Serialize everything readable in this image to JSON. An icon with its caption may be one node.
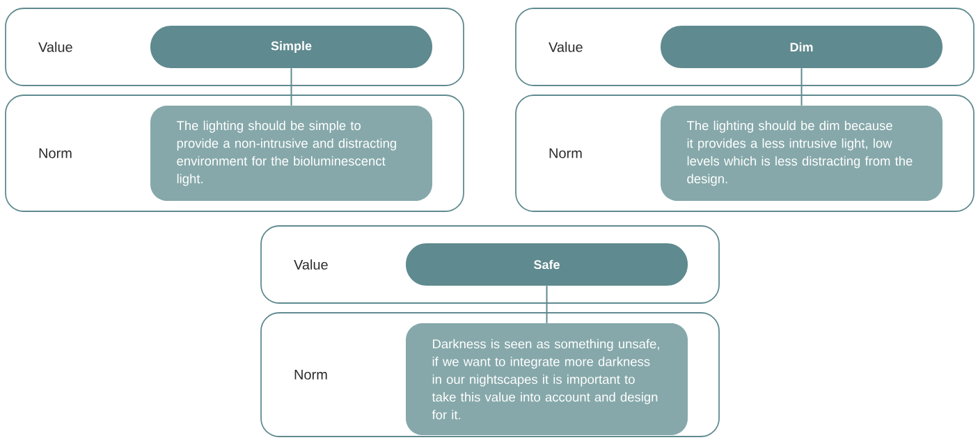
{
  "diagram": {
    "nodes": [
      {
        "text": [
          "Value"
        ]
      },
      {
        "text": [
          "Simple"
        ],
        "in": 0
      },
      {
        "text": [
          "Norm"
        ]
      },
      {
        "text": [
          "The lighting should be simple to provide a non-intrusive and distracting environment for the bioluminescenct light."
        ],
        "in": 2
      },
      {
        "text": [
          "Value"
        ]
      },
      {
        "text": [
          "Dim"
        ],
        "in": 4
      },
      {
        "text": [
          "Norm"
        ]
      },
      {
        "text": [
          "The lighting should be dim because it provides a less intrusive light, low levels which is less distracting from the design."
        ],
        "in": 6
      },
      {
        "text": [
          "Value"
        ]
      },
      {
        "text": [
          "Safe"
        ],
        "in": 8
      },
      {
        "text": [
          "Norm"
        ]
      },
      {
        "text": [
          "Darkness is seen as something unsafe, if we want to integrate more darkness in our nightscapes it is important to take this value into account and design for it."
        ],
        "in": 10
      }
    ],
    "edges": [
      {
        "from": 1,
        "to": 3,
        "arrow": "none"
      },
      {
        "from": 5,
        "to": 7,
        "arrow": "none"
      },
      {
        "from": 9,
        "to": 11,
        "arrow": "none"
      }
    ]
  }
}
